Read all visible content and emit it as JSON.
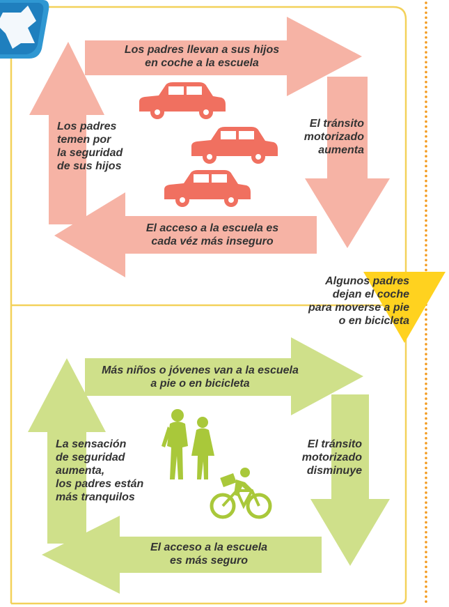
{
  "colors": {
    "frame": "#f3d15a",
    "dots": "#f39a1e",
    "badge": "#2f97d2",
    "vicious_arrow": "#f6b3a5",
    "car": "#f07060",
    "virtuous_arrow": "#cfe08a",
    "people": "#a9c83a",
    "cyclist": "#a9c83a",
    "triangle": "#ffd21f",
    "text": "#333333"
  },
  "vicious_cycle": {
    "top": [
      "Los padres llevan a sus hijos",
      "en coche a la escuela"
    ],
    "right": [
      "El tránsito",
      "motorizado",
      "aumenta"
    ],
    "bottom": [
      "El acceso a la escuela es",
      "cada véz más inseguro"
    ],
    "left": [
      "Los padres",
      "temen por",
      "la seguridad",
      "de sus hijos"
    ],
    "illustration": "cars-icon"
  },
  "transition": {
    "text": [
      "Algunos padres",
      "dejan el coche",
      "para moverse a pie",
      "o en bicicleta"
    ]
  },
  "virtuous_cycle": {
    "top": [
      "Más niños o jóvenes van a la escuela",
      "a pie o en bicicleta"
    ],
    "right": [
      "El tránsito",
      "motorizado",
      "disminuye"
    ],
    "bottom": [
      "El acceso a la escuela",
      "es más seguro"
    ],
    "left": [
      "La sensación",
      "de seguridad",
      "aumenta,",
      "los padres están",
      "más tranquilos"
    ],
    "illustration": "pedestrians-and-cyclist-icon"
  }
}
